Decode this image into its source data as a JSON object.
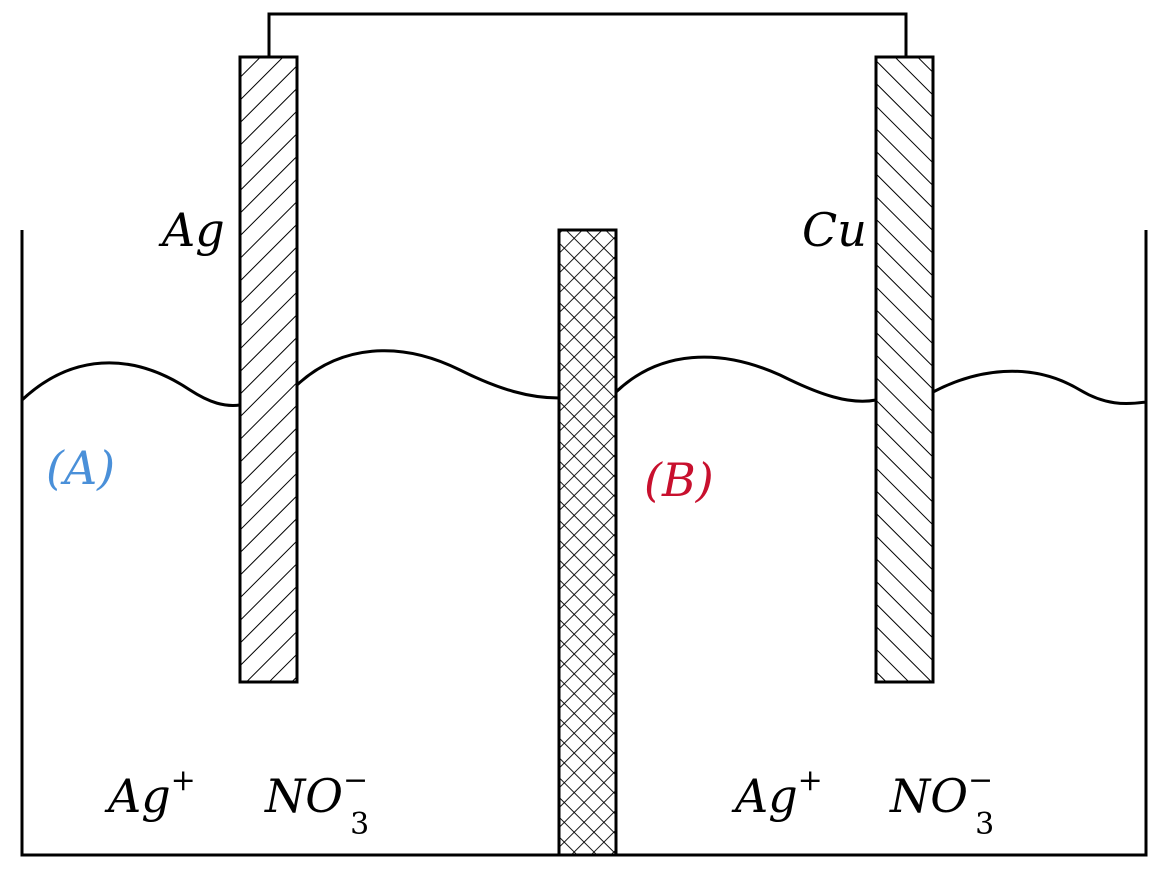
{
  "diagram": {
    "electrodes": {
      "left": {
        "label": "Ag"
      },
      "right": {
        "label": "Cu"
      }
    },
    "compartments": {
      "left": {
        "label": "(A)",
        "color": "#4a90d9",
        "ions": {
          "cation": "Ag",
          "cation_charge": "+",
          "anion": "NO",
          "anion_subscript": "3",
          "anion_charge": "−"
        }
      },
      "right": {
        "label": "(B)",
        "color": "#c8102e",
        "ions": {
          "cation": "Ag",
          "cation_charge": "+",
          "anion": "NO",
          "anion_subscript": "3",
          "anion_charge": "−"
        }
      }
    },
    "colors": {
      "line": "#000000",
      "background": "#ffffff"
    }
  }
}
